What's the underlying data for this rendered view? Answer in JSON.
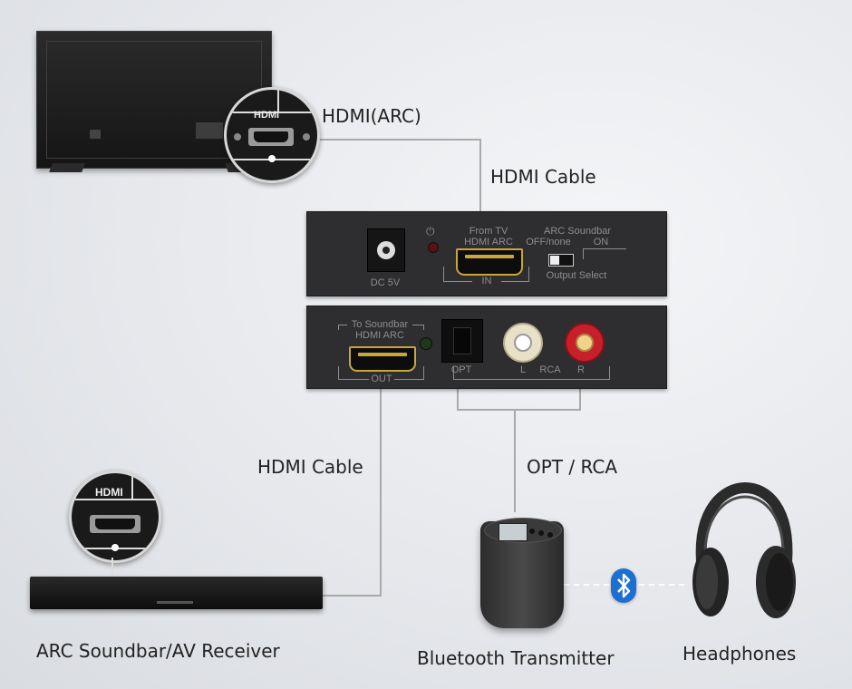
{
  "labels": {
    "hdmi_arc": "HDMI(ARC)",
    "hdmi_cable_top": "HDMI Cable",
    "hdmi_cable_bottom": "HDMI Cable",
    "opt_rca": "OPT / RCA",
    "soundbar": "ARC Soundbar/AV Receiver",
    "bt_transmitter": "Bluetooth Transmitter",
    "headphones": "Headphones"
  },
  "zoom": {
    "tv_port_label": "HDMI",
    "soundbar_port_label": "HDMI"
  },
  "device_back": {
    "dc": "DC 5V",
    "from_tv_line1": "From TV",
    "from_tv_line2": "HDMI ARC",
    "in": "IN",
    "arc_soundbar": "ARC Soundbar",
    "off_none": "OFF/none",
    "on": "ON",
    "output_select": "Output Select"
  },
  "device_front": {
    "to_soundbar_line1": "To Soundbar",
    "to_soundbar_line2": "HDMI ARC",
    "out": "OUT",
    "opt": "OPT",
    "l": "L",
    "rca": "RCA",
    "r": "R"
  },
  "colors": {
    "wire": "#a9a9a9",
    "bluetooth": "#1d6fd1",
    "rca_left": "#e8e1c8",
    "rca_right": "#c8202a"
  },
  "icons": {
    "bluetooth": "bluetooth-icon",
    "power": "power-icon"
  }
}
